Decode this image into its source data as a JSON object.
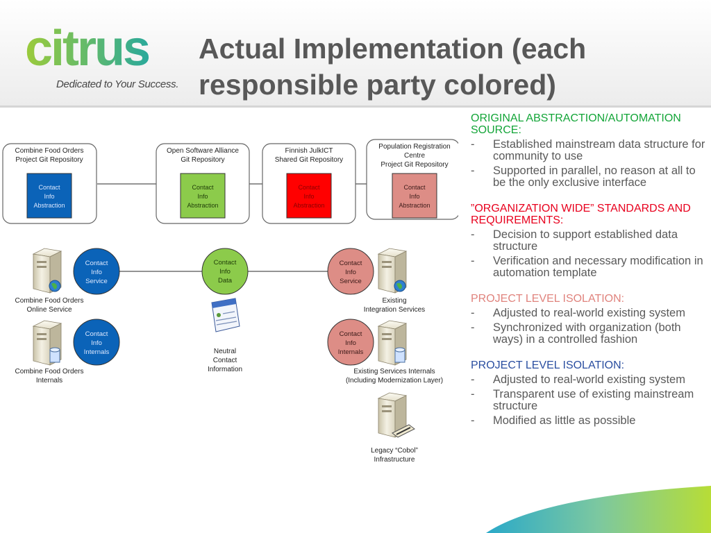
{
  "header": {
    "logo_text": "citrus",
    "tagline": "Dedicated to Your Success.",
    "title": "Actual Implementation (each responsible party colored)"
  },
  "colors": {
    "green_text": "#13a538",
    "red_text": "#e8001d",
    "pink_text": "#e0837d",
    "blue_text": "#2a4ea0",
    "blue_node": "#0b63b8",
    "green_node": "#8ccb4b",
    "red_node": "#ff0000",
    "pink_node": "#dd8d86"
  },
  "diagram": {
    "repos": [
      {
        "line1": "Combine Food Orders",
        "line2": "Project Git Repository",
        "line3": "",
        "box": [
          "Contact",
          "Info",
          "Abstraction"
        ]
      },
      {
        "line1": "Open Software Alliance",
        "line2": "Git Repository",
        "line3": "",
        "box": [
          "Contact",
          "Info",
          "Abstraction"
        ]
      },
      {
        "line1": "Finnish JulkICT",
        "line2": "Shared Git Repository",
        "line3": "",
        "box": [
          "Contact",
          "Info",
          "Abstraction"
        ]
      },
      {
        "line1": "Population Registration",
        "line2": "Centre",
        "line3": "Project Git Repository",
        "box": [
          "Contact",
          "Info",
          "Abstraction"
        ]
      }
    ],
    "circles": {
      "cfo_service": [
        "Contact",
        "Info",
        "Service"
      ],
      "cfo_internals": [
        "Contact",
        "Info",
        "Internals"
      ],
      "data": [
        "Contact",
        "Info",
        "Data"
      ],
      "existing_service": [
        "Contact",
        "Info",
        "Service"
      ],
      "existing_internals": [
        "Contact",
        "Info",
        "Internals"
      ]
    },
    "labels": {
      "cfo_online_1": "Combine Food Orders",
      "cfo_online_2": "Online Service",
      "cfo_internals_1": "Combine Food Orders",
      "cfo_internals_2": "Internals",
      "neutral_1": "Neutral",
      "neutral_2": "Contact",
      "neutral_3": "Information",
      "existing_1": "Existing",
      "existing_2": "Integration Services",
      "existing_int_1": "Existing Services Internals",
      "existing_int_2": "(Including Modernization Layer)",
      "legacy_1": "Legacy “Cobol”",
      "legacy_2": "Infrastructure"
    }
  },
  "sidebar": {
    "sections": [
      {
        "heading": "ORIGINAL ABSTRACTION/AUTOMATION SOURCE:",
        "color": "#13a538",
        "items": [
          "Established mainstream data structure for community to use",
          "Supported in parallel, no reason at all to be the only exclusive interface"
        ]
      },
      {
        "heading": "”ORGANIZATION WIDE” STANDARDS AND REQUIREMENTS:",
        "color": "#e8001d",
        "items": [
          "Decision to support established data structure",
          "Verification and necessary modification in automation template"
        ]
      },
      {
        "heading": "PROJECT LEVEL ISOLATION:",
        "color": "#e0837d",
        "items": [
          "Adjusted to real-world existing system",
          "Synchronized with organization (both ways) in a controlled fashion"
        ]
      },
      {
        "heading": "PROJECT LEVEL ISOLATION:",
        "color": "#2a4ea0",
        "items": [
          "Adjusted to real-world existing system",
          "Transparent use of existing mainstream structure",
          "Modified as little as possible"
        ]
      }
    ]
  }
}
